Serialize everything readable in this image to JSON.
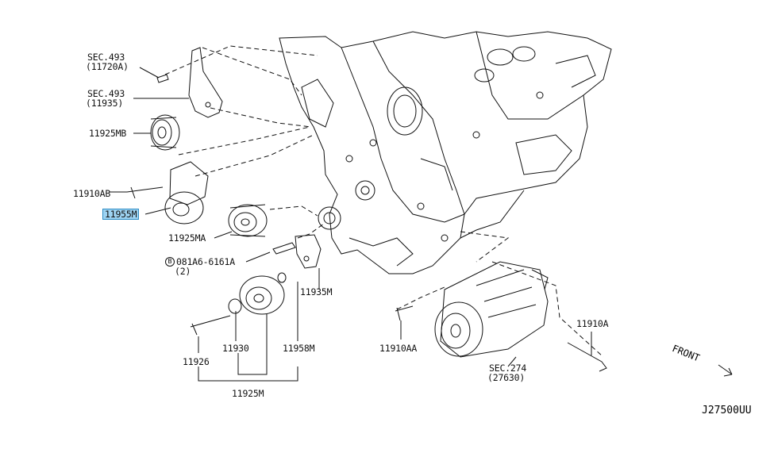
{
  "parts": {
    "sec493_1": "SEC.493",
    "sec493_1_sub": "(11720A)",
    "sec493_2": "SEC.493",
    "sec493_2_sub": "(11935)",
    "p11925MB": "11925MB",
    "p11910AB": "11910AB",
    "p11955M": "11955M",
    "p11925MA": "11925MA",
    "bolt_code": "081A6-6161A",
    "bolt_circle": "B",
    "bolt_qty": "(2)",
    "p11935M": "11935M",
    "p11926": "11926",
    "p11930": "11930",
    "p11958M": "11958M",
    "p11925M": "11925M",
    "p11910AA": "11910AA",
    "sec274": "SEC.274",
    "sec274_sub": "(27630)",
    "p11910A": "11910A"
  },
  "front_label": "FRONT",
  "diagram_code": "J27500UU",
  "highlight_color": "#9ed3f2"
}
